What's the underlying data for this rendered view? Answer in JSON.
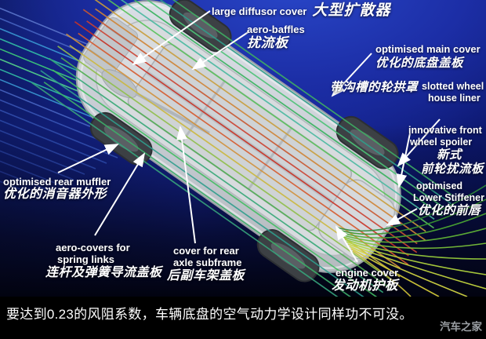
{
  "caption": {
    "text": "要达到0.23的风阻系数，车辆底盘的空气动力学设计同样功不可没。",
    "watermark": "汽车之家"
  },
  "labels": {
    "diffusor": {
      "en": "large diffusor cover",
      "zh": "大型扩散器"
    },
    "baffles": {
      "en": "aero-baffles",
      "zh": "扰流板"
    },
    "main_cover": {
      "en": "optimised main cover",
      "zh": "优化的底盘盖板"
    },
    "wheel_liner": {
      "zh": "带沟槽的轮拱罩",
      "en1": "slotted wheel",
      "en2": "house liner"
    },
    "front_spoiler": {
      "en1": "innovative front",
      "en2": "wheel spoiler",
      "zh1": "新式",
      "zh2": "前轮扰流板"
    },
    "lower_stiffener": {
      "en1": "optimised",
      "en2": "Lower Stiffener",
      "zh": "优化的前唇"
    },
    "rear_muffler": {
      "en": "optimised rear muffler",
      "zh": "优化的消音器外形"
    },
    "aero_covers": {
      "en1": "aero-covers for",
      "en2": "spring links",
      "zh": "连杆及弹簧导流盖板"
    },
    "subframe_cover": {
      "en1": "cover for rear",
      "en2": "axle subframe",
      "zh": "后副车架盖板"
    },
    "engine_cover": {
      "en": "engine cover",
      "zh": "发动机护板"
    }
  },
  "colors": {
    "sky_blue": "#1c2ea6",
    "deep_navy": "#0a1250",
    "car_gray": "#d2d6d9",
    "streamline_green": "#44bd63",
    "streamline_teal": "#35b29c",
    "streamline_orange": "#d08435",
    "streamline_red": "#c93326",
    "streamline_yellow": "#cbd84a",
    "leader_white": "#ffffff"
  }
}
